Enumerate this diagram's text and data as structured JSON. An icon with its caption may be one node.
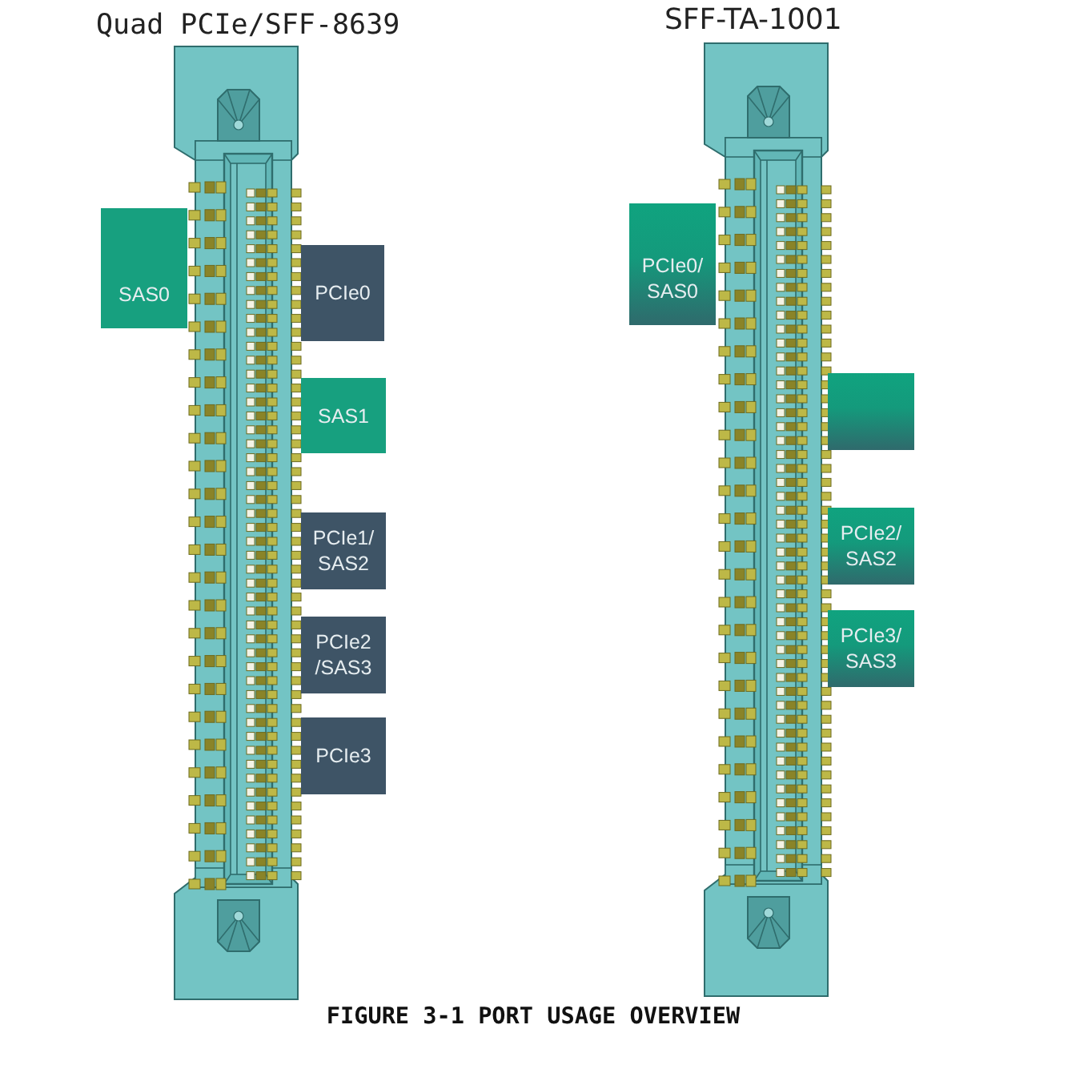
{
  "diagram": {
    "caption": "FIGURE 3-1 PORT USAGE OVERVIEW",
    "nodes": [
      {
        "text": [
          "Quad PCIe/SFF-8639"
        ]
      },
      {
        "text": [
          "SAS0"
        ]
      },
      {
        "text": [
          "PCIe0"
        ]
      },
      {
        "text": [
          "SAS1"
        ]
      },
      {
        "text": [
          "PCIe1/ SAS2"
        ]
      },
      {
        "text": [
          "PCIe2 /SAS3"
        ]
      },
      {
        "text": [
          "PCIe3"
        ]
      },
      {
        "text": [
          "SFF-TA-1001"
        ]
      },
      {
        "text": [
          "PCIe0/ SAS0"
        ]
      },
      {
        "text": [],
        "shape": "box"
      },
      {
        "text": [
          "PCIe2/ SAS2"
        ]
      },
      {
        "text": [
          "PCIe3/ SAS3"
        ]
      }
    ]
  }
}
